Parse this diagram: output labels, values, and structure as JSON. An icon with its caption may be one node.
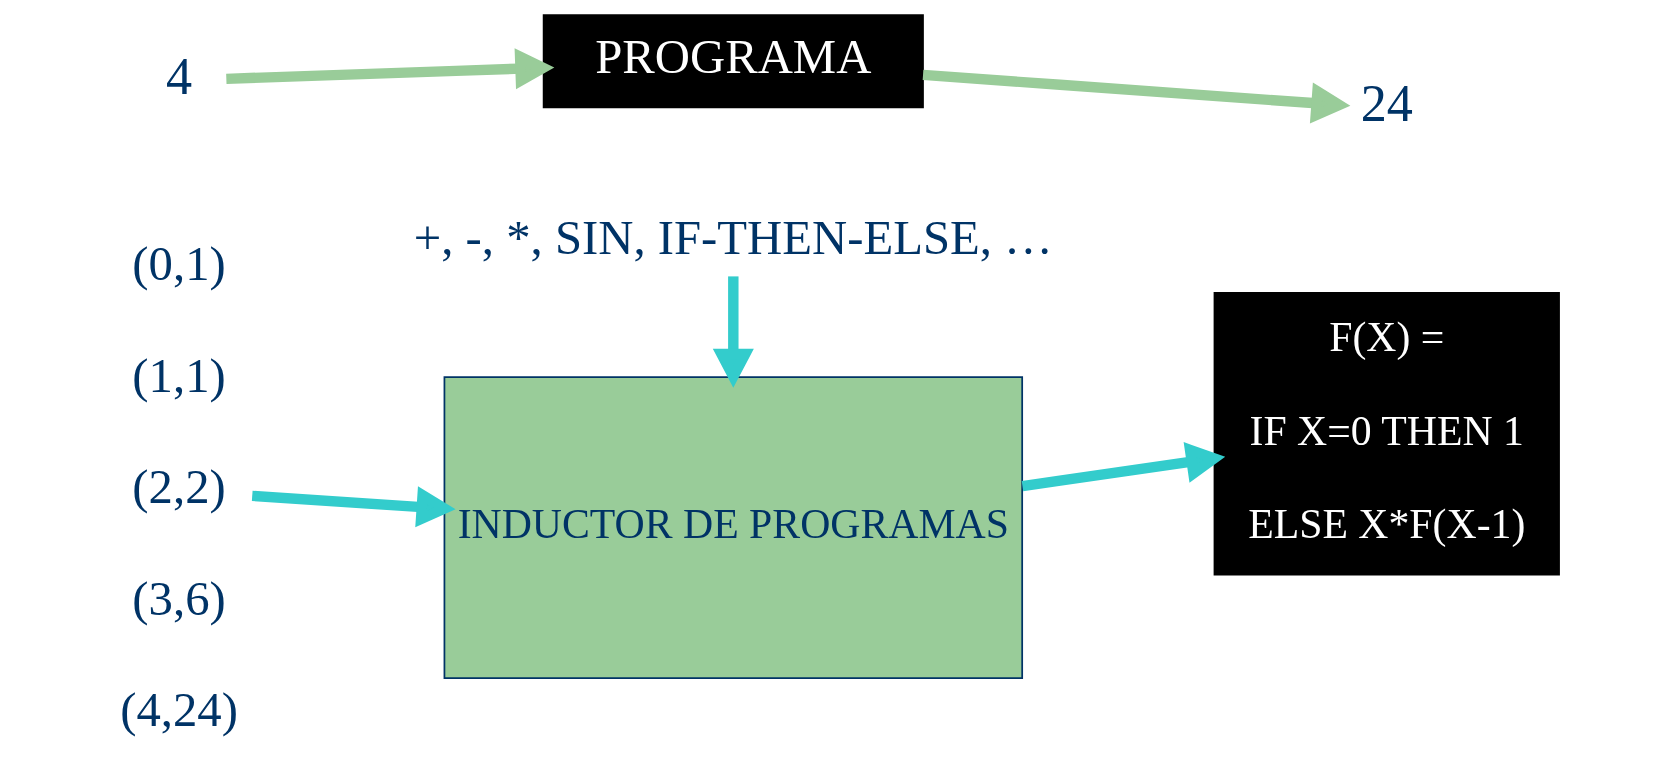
{
  "diagram": {
    "nodes": [
      {
        "text": [
          "4"
        ]
      },
      {
        "text": [
          "PROGRAMA"
        ]
      },
      {
        "text": [
          "24"
        ]
      },
      {
        "text": [
          "(0,1)",
          "(1,1)",
          "(2,2)",
          "(3,6)",
          "(4,24)"
        ]
      },
      {
        "text": [
          "INDUCTOR DE PROGRAMAS"
        ]
      },
      {
        "text": [
          "F(X) =",
          "IF X=0 THEN 1",
          "ELSE X*F(X-1)"
        ]
      },
      {
        "text": [
          "+, -, *, SIN, IF-THEN-ELSE, …"
        ]
      }
    ],
    "edges": [
      {
        "from": 0,
        "to": 1,
        "arrow": "to",
        "color": "#99cc99"
      },
      {
        "from": 1,
        "to": 2,
        "arrow": "to",
        "color": "#99cc99"
      },
      {
        "from": 3,
        "to": 4,
        "arrow": "to"
      },
      {
        "from": 4,
        "to": 5,
        "arrow": "to"
      },
      {
        "from": 6,
        "to": 4,
        "arrow": "to"
      }
    ]
  }
}
